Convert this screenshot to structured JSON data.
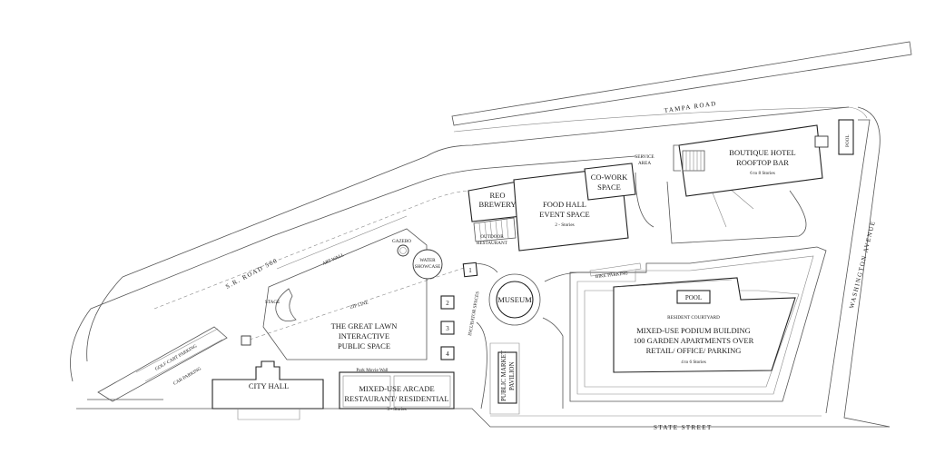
{
  "roads": {
    "tampa": "TAMPA ROAD",
    "sr580": "S.R. ROAD 580",
    "washington": "WASHINGTON AVENUE",
    "state": "STATE STREET"
  },
  "labels": {
    "art_wall": "ART WALL",
    "gazebo": "GAZEBO",
    "water_showcase_1": "WATER",
    "water_showcase_2": "SHOWCASE",
    "stage": "STAGE",
    "zip_line": "ZIP LINE",
    "great_lawn_1": "THE GREAT LAWN",
    "great_lawn_2": "INTERACTIVE",
    "great_lawn_3": "PUBLIC SPACE",
    "golf_cart_parking": "GOLF CART PARKING",
    "car_parking": "CAR PARKING",
    "city_hall": "CITY HALL",
    "park_movie_wall": "Park Movie Wall",
    "mixed_use_arcade_1": "MIXED-USE ARCADE",
    "mixed_use_arcade_2": "RESTAURANT/ RESIDENTIAL",
    "mixed_use_arcade_3": "3 - Stories",
    "reo_1": "REO",
    "reo_2": "BREWERY",
    "outdoor_1": "OUTDOOR",
    "outdoor_2": "RESTAURANT",
    "food_hall_1": "FOOD HALL",
    "food_hall_2": "EVENT SPACE",
    "food_hall_3": "2 - Stories",
    "cowork_1": "CO-WORK",
    "cowork_2": "SPACE",
    "service_1": "SERVICE",
    "service_2": "AREA",
    "hotel_1": "BOUTIQUE HOTEL",
    "hotel_2": "ROOFTOP BAR",
    "hotel_3": "6 to 8 Stories",
    "pool_hotel": "POOL",
    "incubator": "INCUBATOR SPACES",
    "inc_1": "1",
    "inc_2": "2",
    "inc_3": "3",
    "inc_4": "4",
    "museum": "MUSEUM",
    "pavilion_1": "PUBLIC MARKET",
    "pavilion_2": "PAVILION",
    "bike_parking": "BIKE PARKING",
    "pool_res": "POOL",
    "courtyard": "RESIDENT COURTYARD",
    "podium_1": "MIXED-USE PODIUM BUILDING",
    "podium_2": "100 GARDEN APARTMENTS OVER",
    "podium_3": "RETAIL/ OFFICE/ PARKING",
    "podium_4": "4 to 6 Stories"
  }
}
